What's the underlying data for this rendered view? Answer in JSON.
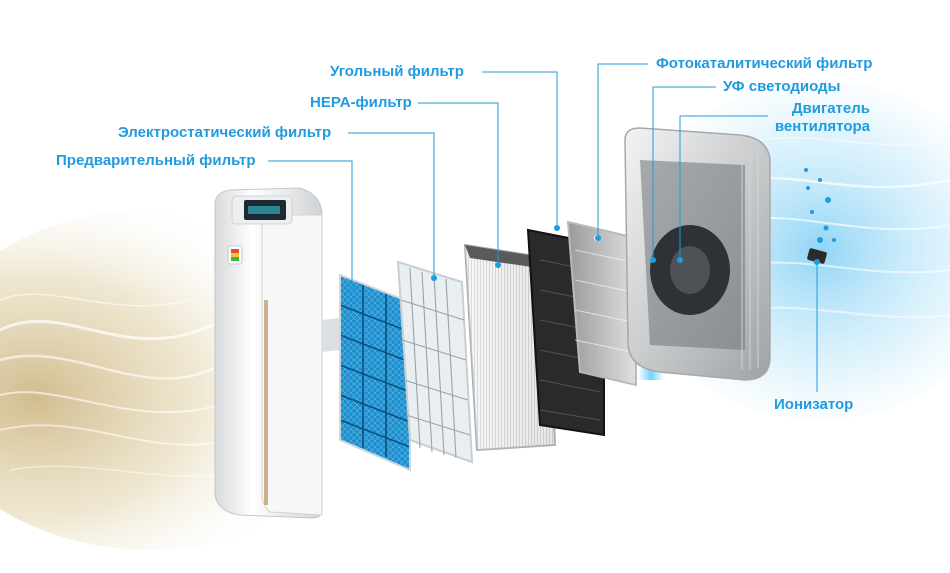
{
  "labels": {
    "prefilter": "Предварительный фильтр",
    "electrostatic": "Электростатический фильтр",
    "hepa": "HEPA-фильтр",
    "carbon": "Угольный фильтр",
    "photocatalytic": "Фотокаталитический фильтр",
    "uv_leds": "УФ светодиоды",
    "motor_line1": "Двигатель",
    "motor_line2": "вентилятора",
    "ionizer": "Ионизатор"
  },
  "colors": {
    "label_text": "#1f9be0",
    "leader_line": "#1f9be0",
    "prefilter_mesh": "#1a8fd0",
    "carbon_filter": "#2a2a2a",
    "warm_air": "#cdb88a",
    "clean_air": "#8fd3f5"
  }
}
